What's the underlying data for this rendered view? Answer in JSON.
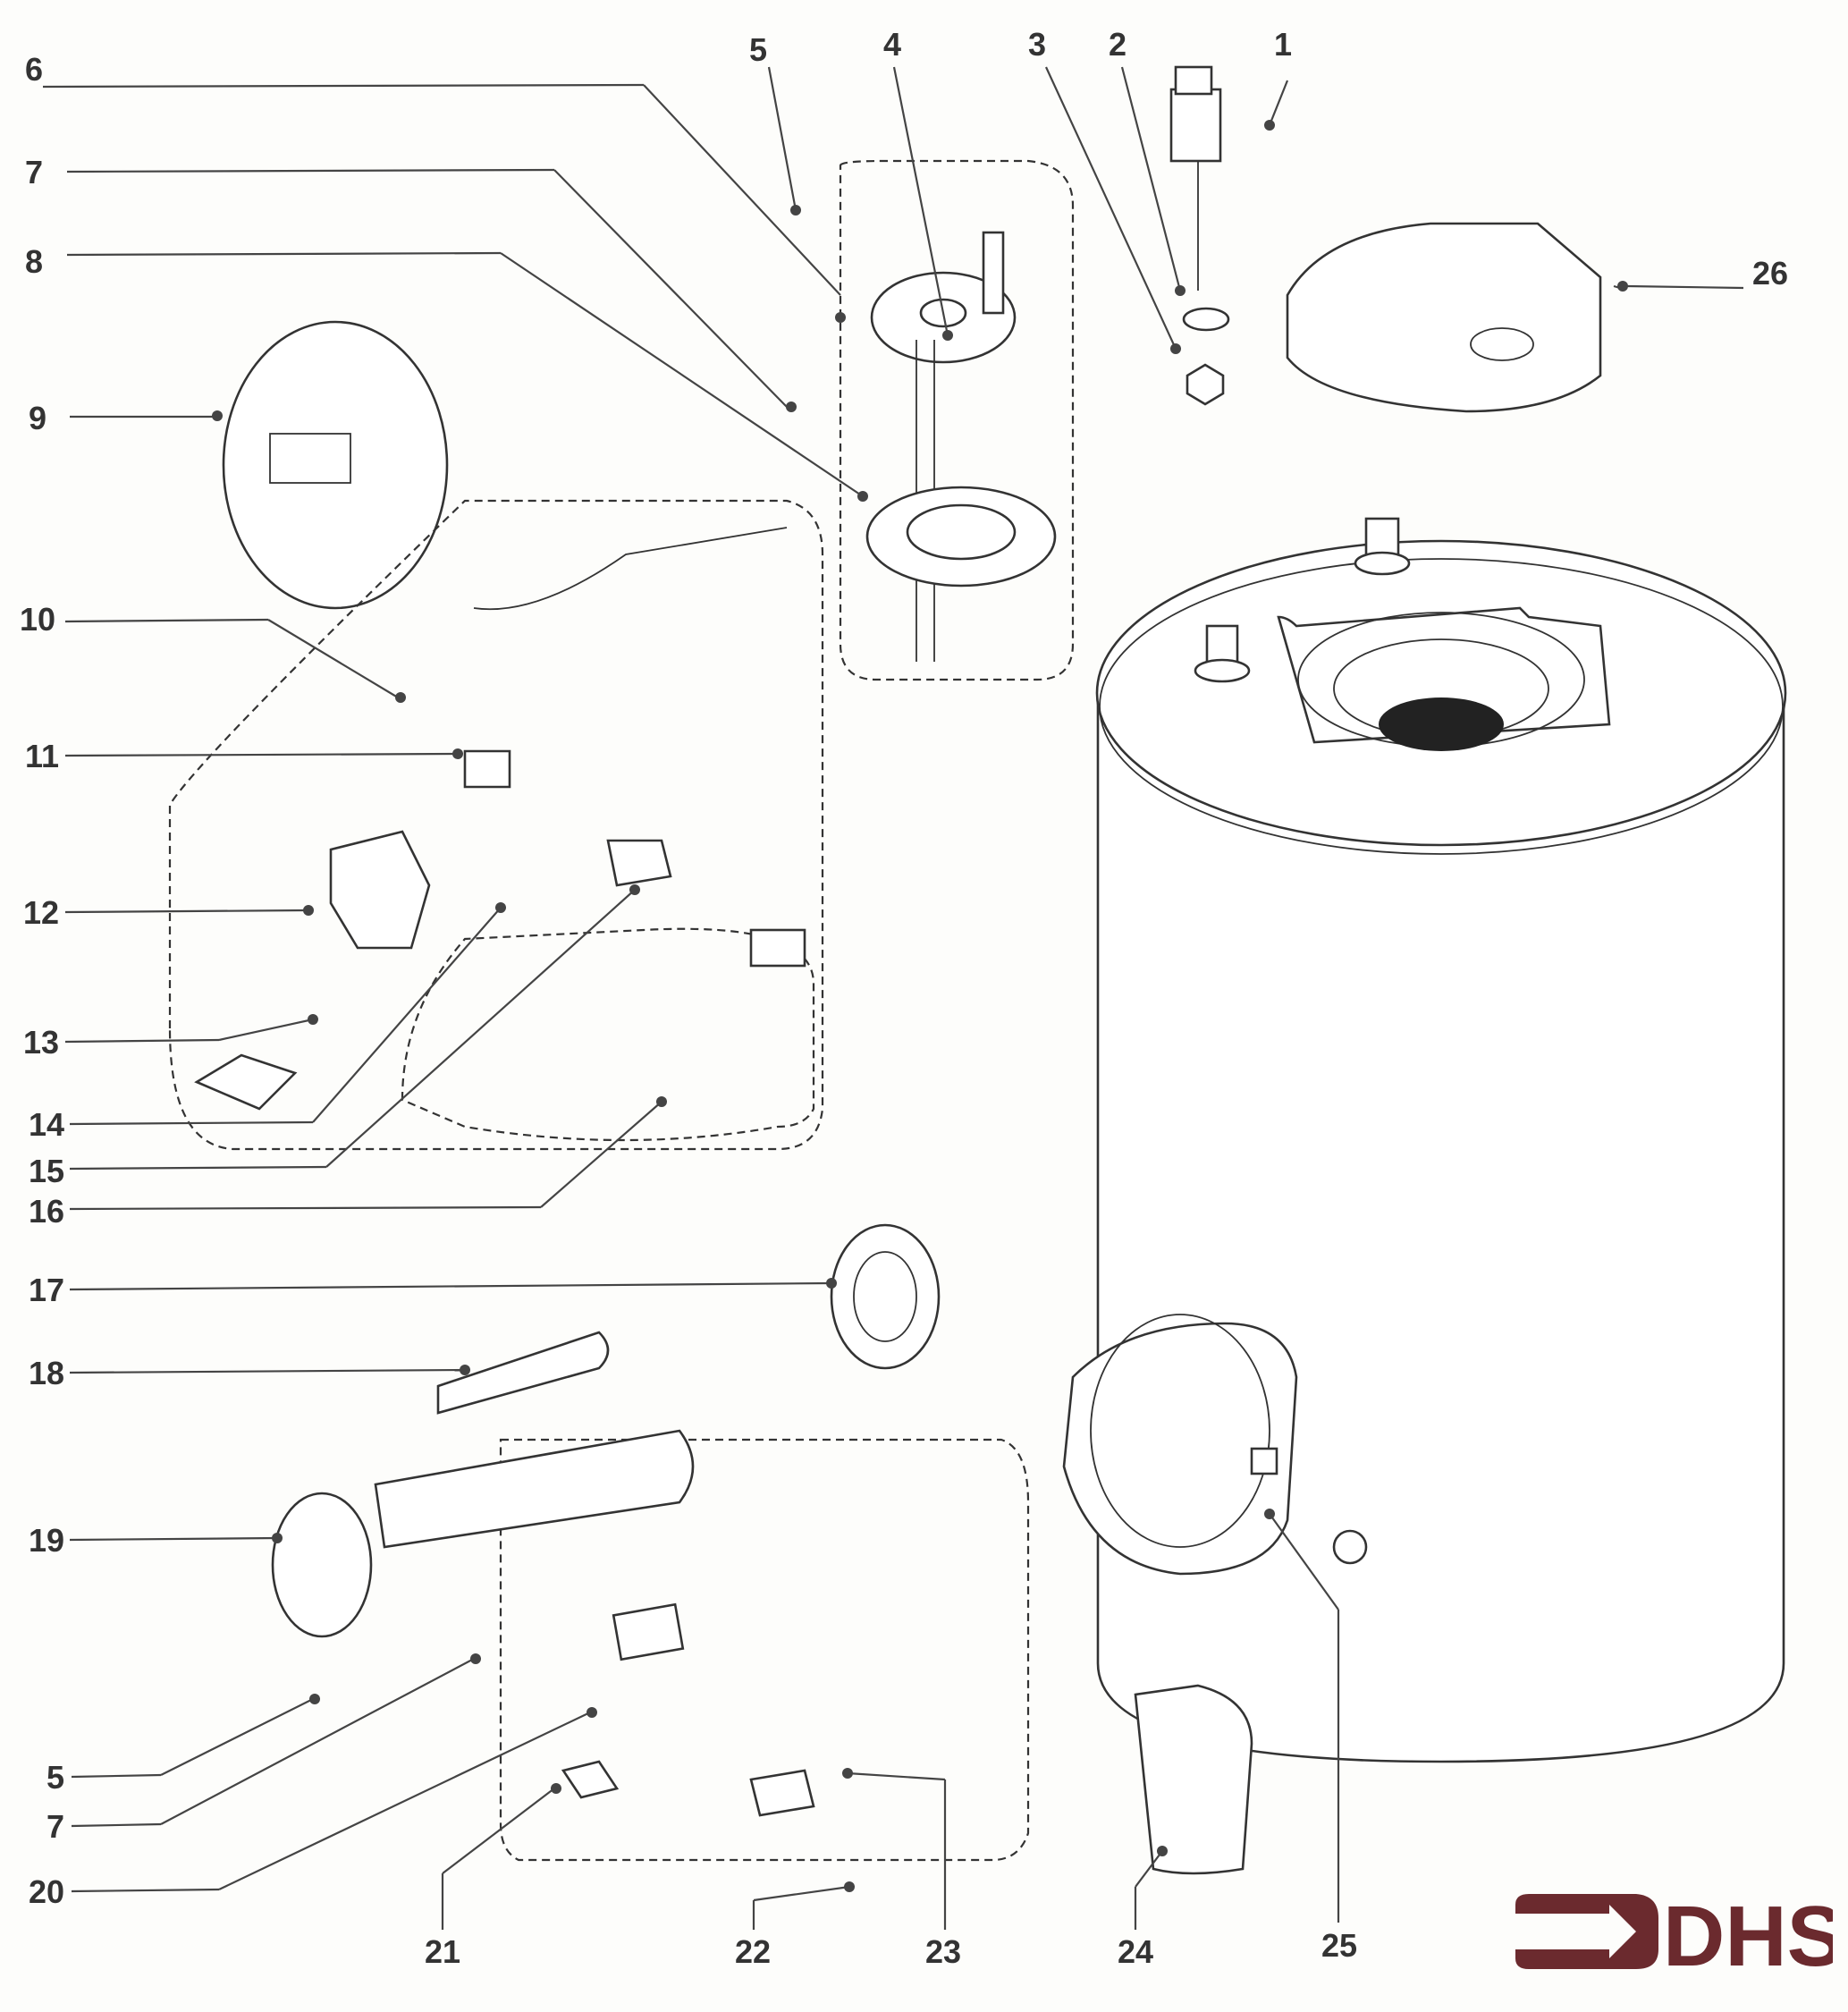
{
  "title": "Water heater exploded parts diagram",
  "brand": {
    "name": "DHS",
    "color": "#6b2a2e"
  },
  "callouts": [
    {
      "id": "1",
      "label": "1"
    },
    {
      "id": "2",
      "label": "2"
    },
    {
      "id": "3",
      "label": "3"
    },
    {
      "id": "4",
      "label": "4"
    },
    {
      "id": "5a",
      "label": "5"
    },
    {
      "id": "6",
      "label": "6"
    },
    {
      "id": "7a",
      "label": "7"
    },
    {
      "id": "8",
      "label": "8"
    },
    {
      "id": "9",
      "label": "9"
    },
    {
      "id": "10",
      "label": "10"
    },
    {
      "id": "11",
      "label": "11"
    },
    {
      "id": "12",
      "label": "12"
    },
    {
      "id": "13",
      "label": "13"
    },
    {
      "id": "14",
      "label": "14"
    },
    {
      "id": "15",
      "label": "15"
    },
    {
      "id": "16",
      "label": "16"
    },
    {
      "id": "17",
      "label": "17"
    },
    {
      "id": "18",
      "label": "18"
    },
    {
      "id": "19",
      "label": "19"
    },
    {
      "id": "5b",
      "label": "5"
    },
    {
      "id": "7b",
      "label": "7"
    },
    {
      "id": "20",
      "label": "20"
    },
    {
      "id": "21",
      "label": "21"
    },
    {
      "id": "22",
      "label": "22"
    },
    {
      "id": "23",
      "label": "23"
    },
    {
      "id": "24",
      "label": "24"
    },
    {
      "id": "25",
      "label": "25"
    },
    {
      "id": "26",
      "label": "26"
    }
  ]
}
